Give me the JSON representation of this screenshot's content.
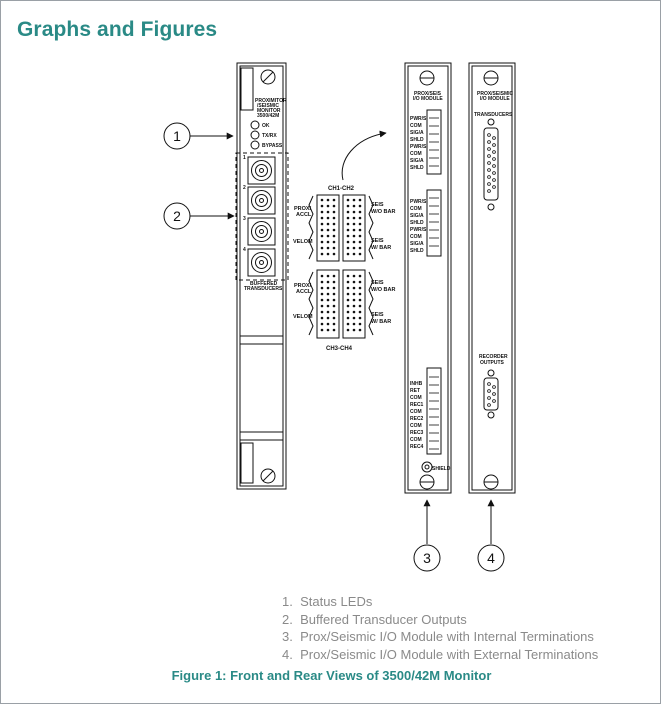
{
  "page": {
    "heading": "Graphs and Figures"
  },
  "module_front": {
    "model": "3500/42M",
    "name_line1": "PROXIMITOR",
    "name_line2": "/SEISMIC",
    "name_line3": "MONITOR",
    "leds": [
      "OK",
      "TX/RX",
      "BYPASS"
    ],
    "channels": [
      "1",
      "2",
      "3",
      "4"
    ],
    "buffered_line1": "BUFFERED",
    "buffered_line2": "TRANSDUCERS"
  },
  "terminal_detail": {
    "top_title": "CH1-CH2",
    "bottom_title": "CH3-CH4",
    "prox_line1": "PROX/",
    "prox_line2": "ACCL",
    "velom": "VELOM",
    "seis_line1": "SEIS",
    "seis_wo": "W/O BAR",
    "seis_w": "W/ BAR"
  },
  "io_internal": {
    "title_line1": "PROX/SEIS",
    "title_line2": "I/O MODULE",
    "channel_labels": [
      "PWR/S",
      "COM",
      "SIG/A",
      "SHLD",
      "PWR/S",
      "COM",
      "SIG/A",
      "SHLD"
    ],
    "recorder_labels": [
      "INHB",
      "RET",
      "COM",
      "REC1",
      "COM",
      "REC2",
      "COM",
      "REC3",
      "COM",
      "REC4"
    ],
    "shield_label": "SHIELD"
  },
  "io_external": {
    "title_line1": "PROX/SEISMIC",
    "title_line2": "I/O MODULE",
    "transducers_label": "TRANSDUCERS",
    "recorder_line1": "RECORDER",
    "recorder_line2": "OUTPUTS"
  },
  "callouts": [
    "1",
    "2",
    "3",
    "4"
  ],
  "legend": [
    {
      "num": "1.",
      "text": "Status LEDs"
    },
    {
      "num": "2.",
      "text": "Buffered Transducer Outputs"
    },
    {
      "num": "3.",
      "text": "Prox/Seismic I/O Module with Internal Terminations"
    },
    {
      "num": "4.",
      "text": "Prox/Seismic I/O Module with External Terminations"
    }
  ],
  "caption": "Figure 1:  Front and Rear Views of 3500/42M Monitor"
}
